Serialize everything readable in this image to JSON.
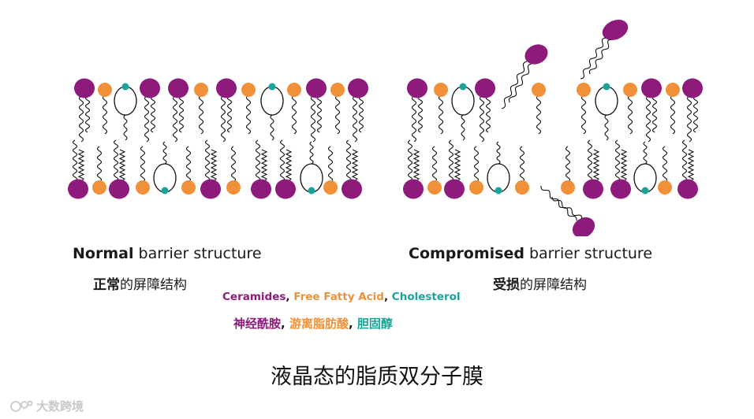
{
  "colors": {
    "ceramide": "#8e1a7c",
    "fatty_acid": "#f0913a",
    "cholesterol": "#1aa39a",
    "tail": "#111111"
  },
  "left": {
    "caption_bold": "Normal",
    "caption_rest": " barrier structure",
    "cn_bold": "正常",
    "cn_rest": "的屏障结构"
  },
  "right": {
    "caption_bold": "Compromised",
    "caption_rest": " barrier structure",
    "cn_bold": "受损",
    "cn_rest": "的屏障结构"
  },
  "legend": {
    "en": {
      "ceramides": "Ceramides",
      "sep1": ", ",
      "fatty": "Free Fatty Acid",
      "sep2": ", ",
      "chol": "Cholesterol"
    },
    "cn": {
      "ceramides": "神经酰胺",
      "sep1": ", ",
      "fatty": "游离脂肪酸",
      "sep2": ", ",
      "chol": "胆固醇"
    }
  },
  "title": "液晶态的脂质双分子膜",
  "watermark": "大数跨境"
}
